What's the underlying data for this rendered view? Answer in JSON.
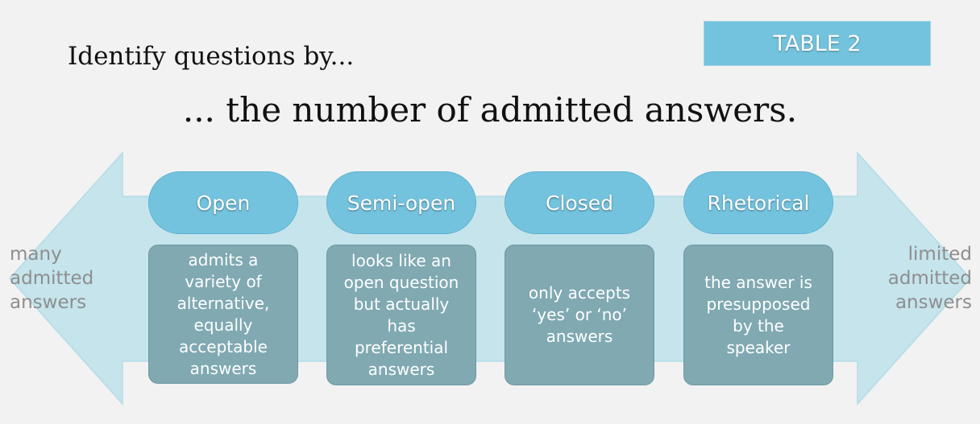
{
  "badge": "TABLE 2",
  "heading": "Identify questions by...",
  "subheading": "... the number of admitted answers.",
  "left_label": [
    "many",
    "admitted",
    "answers"
  ],
  "right_label": [
    "limited",
    "admitted",
    "answers"
  ],
  "categories": [
    {
      "title": "Open",
      "description": [
        "admits a",
        "variety of",
        "alternative,",
        "equally",
        "acceptable",
        "answers"
      ]
    },
    {
      "title": "Semi-open",
      "description": [
        "looks like an",
        "open question",
        "but actually",
        "has",
        "preferential",
        "answers"
      ]
    },
    {
      "title": "Closed",
      "description": [
        "only accepts",
        "‘yes’ or ‘no’",
        "answers"
      ]
    },
    {
      "title": "Rhetorical",
      "description": [
        "the answer is",
        "presupposed",
        "by the",
        "speaker"
      ]
    }
  ],
  "colors": {
    "arrow": "#c5e4ec",
    "pill": "#74c3de",
    "card": "#80a9b2",
    "background": "#f2f2f2"
  }
}
